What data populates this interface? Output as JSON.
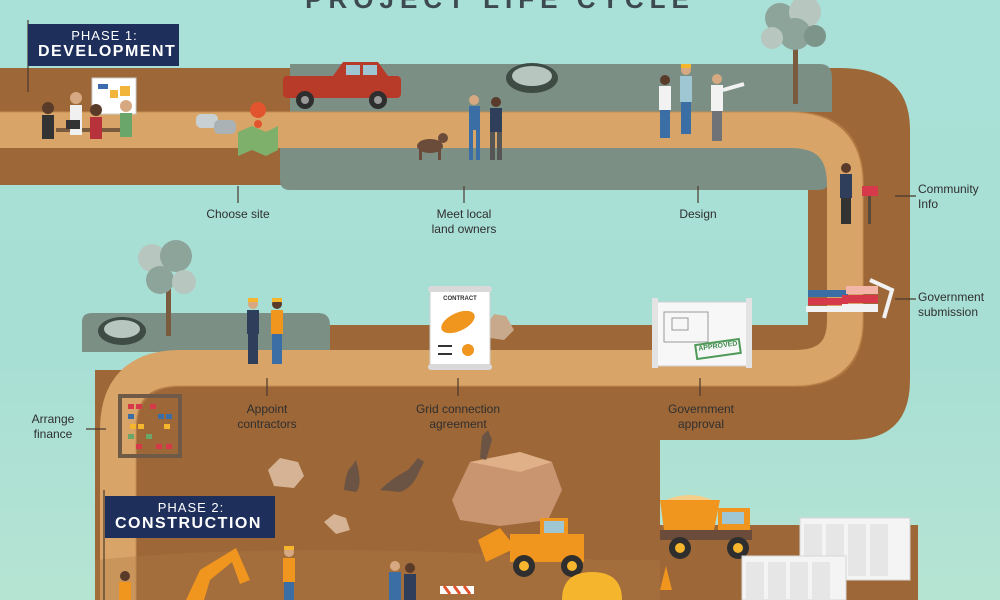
{
  "title": "PROJECT LIFE CYCLE",
  "phases": [
    {
      "line1": "PHASE 1:",
      "line2": "DEVELOPMENT"
    },
    {
      "line1": "PHASE 2:",
      "line2": "CONSTRUCTION"
    }
  ],
  "steps": {
    "choose_site": "Choose site",
    "meet_owners_1": "Meet local",
    "meet_owners_2": "land owners",
    "design": "Design",
    "community_1": "Community",
    "community_2": "Info",
    "gov_sub_1": "Government",
    "gov_sub_2": "submission",
    "appoint_1": "Appoint",
    "appoint_2": "contractors",
    "grid_1": "Grid connection",
    "grid_2": "agreement",
    "gov_app_1": "Government",
    "gov_app_2": "approval",
    "finance_1": "Arrange",
    "finance_2": "finance"
  },
  "documents": {
    "contract": "CONTRACT",
    "approved": "APPROVED"
  },
  "colors": {
    "earth": "#9d6737",
    "road": "#d8a467",
    "grass": "#7b8f85",
    "sky": "#a9e0d8",
    "phase_bg": "#1e2f5c",
    "truck_red": "#b83b2a",
    "machine_orange": "#f0951e"
  }
}
